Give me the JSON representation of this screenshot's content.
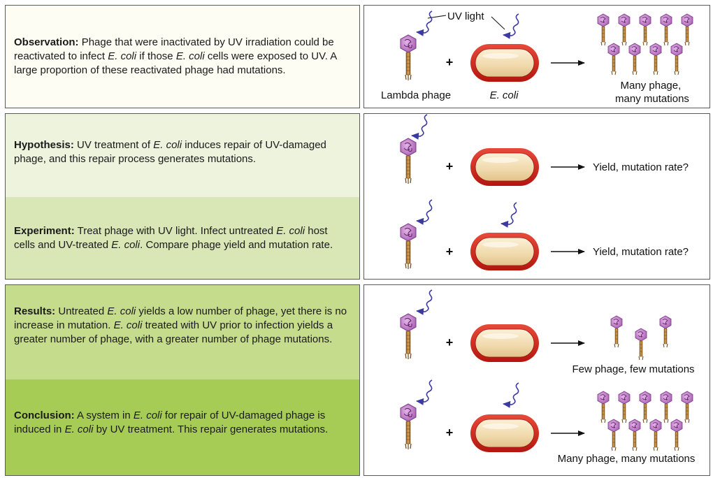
{
  "colors": {
    "panel_1": "#fdfdf3",
    "panel_2a": "#eef3de",
    "panel_2b": "#d9e6b5",
    "panel_3a": "#c4dc8b",
    "panel_3b": "#a7cc55",
    "border": "#5a5a5a",
    "ecoli_outer": "#d5231c",
    "ecoli_inner": "#f2dcb3",
    "phage_head": "#c07bc6",
    "phage_tail": "#c08e3c",
    "uv_arrow": "#3a3aa0"
  },
  "steps": [
    {
      "id": "observation",
      "label": "Observation:",
      "segments": [
        {
          "t": " Phage that were inactivated by UV irradiation could be reactivated to infect ",
          "i": false
        },
        {
          "t": "E. coli",
          "i": true
        },
        {
          "t": " if those ",
          "i": false
        },
        {
          "t": "E. coli",
          "i": true
        },
        {
          "t": " cells were exposed to UV. A large proportion of these reactivated phage had mutations.",
          "i": false
        }
      ]
    },
    {
      "id": "hypothesis",
      "label": "Hypothesis:",
      "segments": [
        {
          "t": " UV treatment of ",
          "i": false
        },
        {
          "t": "E. coli",
          "i": true
        },
        {
          "t": " induces repair of UV-damaged phage, and this repair process generates mutations.",
          "i": false
        }
      ]
    },
    {
      "id": "experiment",
      "label": "Experiment:",
      "segments": [
        {
          "t": " Treat phage with UV light. Infect untreated ",
          "i": false
        },
        {
          "t": "E. coli",
          "i": true
        },
        {
          "t": " host cells and UV-treated ",
          "i": false
        },
        {
          "t": "E. coli",
          "i": true
        },
        {
          "t": ". Compare phage yield and mutation rate.",
          "i": false
        }
      ]
    },
    {
      "id": "results",
      "label": "Results:",
      "segments": [
        {
          "t": " Untreated ",
          "i": false
        },
        {
          "t": "E. coli",
          "i": true
        },
        {
          "t": " yields a low number of phage, yet there is no increase in mutation. ",
          "i": false
        },
        {
          "t": "E. coli",
          "i": true
        },
        {
          "t": " treated with UV prior to infection yields a greater number of phage, with a greater number of phage mutations.",
          "i": false
        }
      ]
    },
    {
      "id": "conclusion",
      "label": "Conclusion:",
      "segments": [
        {
          "t": " A system in ",
          "i": false
        },
        {
          "t": "E. coli",
          "i": true
        },
        {
          "t": " for repair of UV-damaged phage is induced in ",
          "i": false
        },
        {
          "t": "E. coli",
          "i": true
        },
        {
          "t": " by UV treatment. This repair generates mutations.",
          "i": false
        }
      ]
    }
  ],
  "diagram": {
    "uv_light_label": "UV light",
    "lambda_label": "Lambda phage",
    "ecoli_label": "E. coli",
    "plus": "+",
    "obs_result": "Many phage, many mutations",
    "yield_question": "Yield, mutation rate?",
    "few_result": "Few phage, few mutations",
    "many_result": "Many phage, many mutations"
  }
}
